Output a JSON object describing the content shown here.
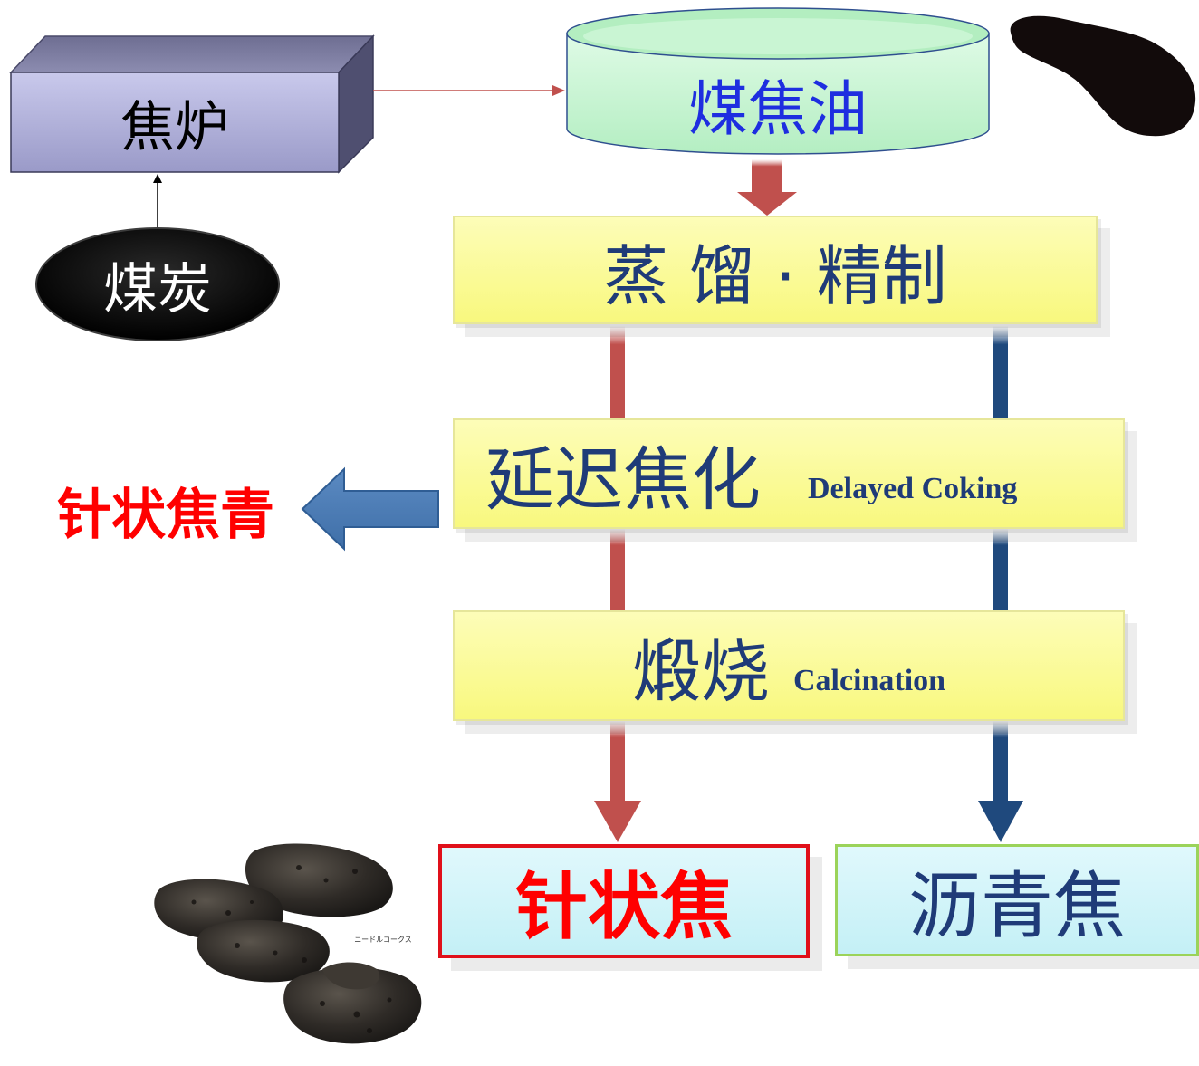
{
  "coke_oven": {
    "label": "焦炉"
  },
  "coal": {
    "label": "煤炭"
  },
  "coal_tar": {
    "label": "煤焦油"
  },
  "distillation": {
    "label": "蒸 馏 · 精制"
  },
  "delayed_coking": {
    "label": "延迟焦化",
    "english": "Delayed Coking"
  },
  "calcination": {
    "label": "煅烧",
    "english": "Calcination"
  },
  "needle_pitch": {
    "label": "针状焦青"
  },
  "needle_coke": {
    "label": "针状焦"
  },
  "pitch_coke": {
    "label": "沥青焦"
  },
  "photo_caption": {
    "label": "ニードルコークス"
  },
  "colors": {
    "red_flow": "#c0504d",
    "blue_flow": "#1f497d",
    "text_blue": "#1f3b78",
    "text_red": "#ff0000",
    "title_blue": "#1e2ee0"
  }
}
